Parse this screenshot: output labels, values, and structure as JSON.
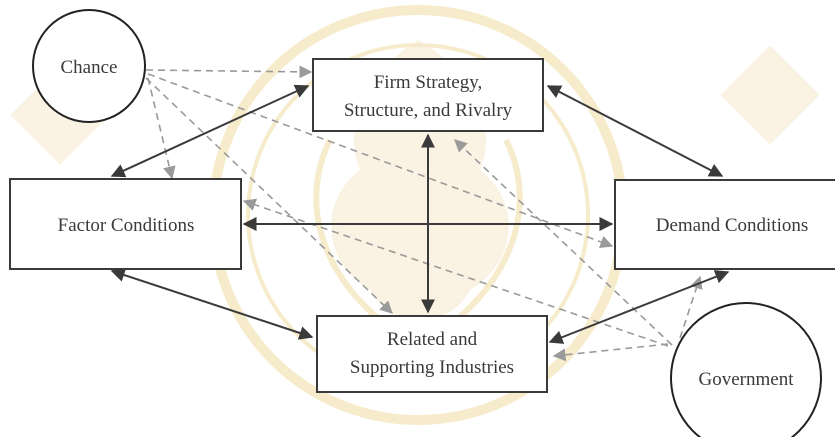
{
  "nodes": {
    "chance": {
      "label": "Chance"
    },
    "firm_strategy": {
      "lines": [
        "Firm Strategy,",
        "Structure, and Rivalry"
      ]
    },
    "factor_conditions": {
      "label": "Factor Conditions"
    },
    "demand_conditions": {
      "label": "Demand Conditions"
    },
    "related_supporting": {
      "lines": [
        "Related and",
        "Supporting Industries"
      ]
    },
    "government": {
      "label": "Government"
    }
  },
  "connections": {
    "solid_bidirectional": [
      [
        "firm_strategy",
        "factor_conditions"
      ],
      [
        "firm_strategy",
        "demand_conditions"
      ],
      [
        "firm_strategy",
        "related_supporting"
      ],
      [
        "factor_conditions",
        "demand_conditions"
      ],
      [
        "factor_conditions",
        "related_supporting"
      ],
      [
        "demand_conditions",
        "related_supporting"
      ]
    ],
    "dashed_directional": [
      [
        "chance",
        "firm_strategy"
      ],
      [
        "chance",
        "factor_conditions"
      ],
      [
        "chance",
        "demand_conditions"
      ],
      [
        "chance",
        "related_supporting"
      ],
      [
        "government",
        "firm_strategy"
      ],
      [
        "government",
        "factor_conditions"
      ],
      [
        "government",
        "demand_conditions"
      ],
      [
        "government",
        "related_supporting"
      ]
    ]
  },
  "colors": {
    "solid_line": "#3a3a3a",
    "dashed_line": "#9a9a9a",
    "watermark": "#f3e4b8"
  }
}
